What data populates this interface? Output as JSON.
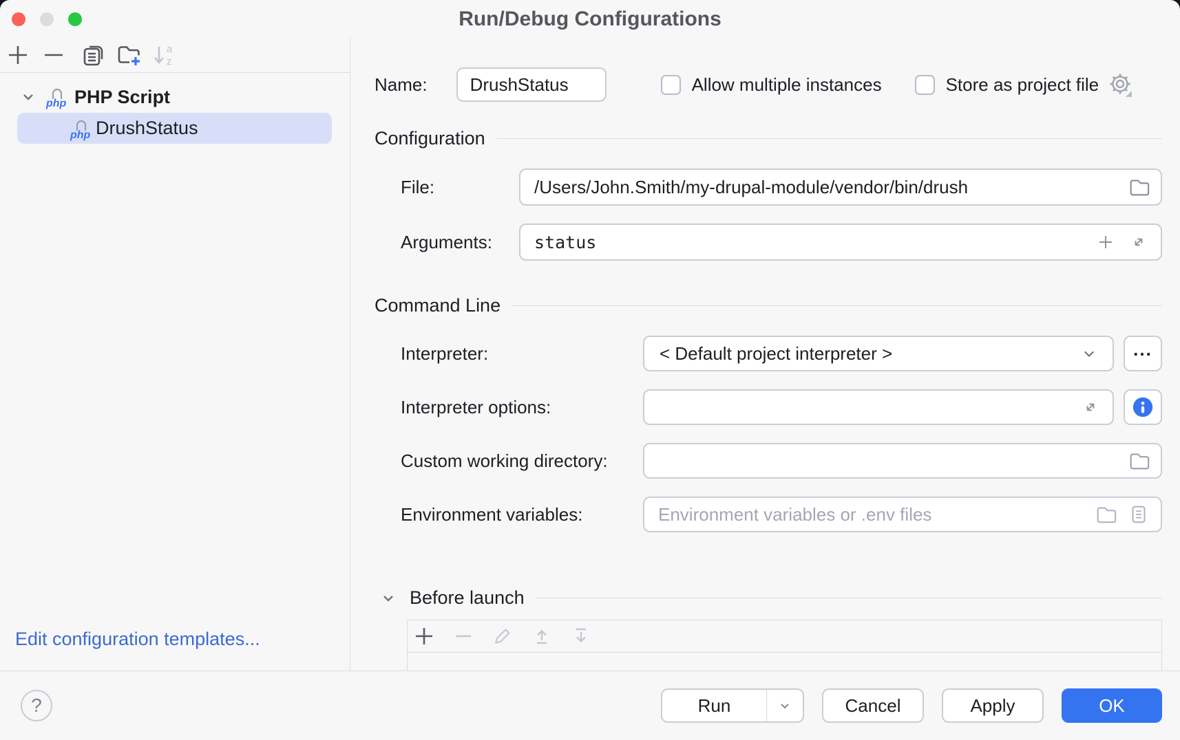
{
  "window": {
    "title": "Run/Debug Configurations"
  },
  "sidebar": {
    "tree": {
      "group_label": "PHP Script",
      "items": [
        {
          "label": "DrushStatus",
          "selected": true
        }
      ]
    },
    "edit_templates_link": "Edit configuration templates..."
  },
  "form": {
    "name_label": "Name:",
    "name_value": "DrushStatus",
    "allow_multiple_label": "Allow multiple instances",
    "store_as_project_label": "Store as project file",
    "configuration_header": "Configuration",
    "file_label": "File:",
    "file_value": "/Users/John.Smith/my-drupal-module/vendor/bin/drush",
    "arguments_label": "Arguments:",
    "arguments_value": "status",
    "command_line_header": "Command Line",
    "interpreter_label": "Interpreter:",
    "interpreter_value": "< Default project interpreter >",
    "interpreter_more_label": "...",
    "interpreter_options_label": "Interpreter options:",
    "interpreter_options_value": "",
    "custom_working_dir_label": "Custom working directory:",
    "custom_working_dir_value": "",
    "env_vars_label": "Environment variables:",
    "env_vars_value": "",
    "env_vars_placeholder": "Environment variables or .env files",
    "before_launch_header": "Before launch"
  },
  "footer": {
    "help_label": "?",
    "run_label": "Run",
    "cancel_label": "Cancel",
    "apply_label": "Apply",
    "ok_label": "OK"
  },
  "colors": {
    "accent": "#3574f0",
    "selection": "#d9def8",
    "link": "#3c6bcd",
    "php_blue": "#3d74f1",
    "ok_text": "#ffffff"
  }
}
